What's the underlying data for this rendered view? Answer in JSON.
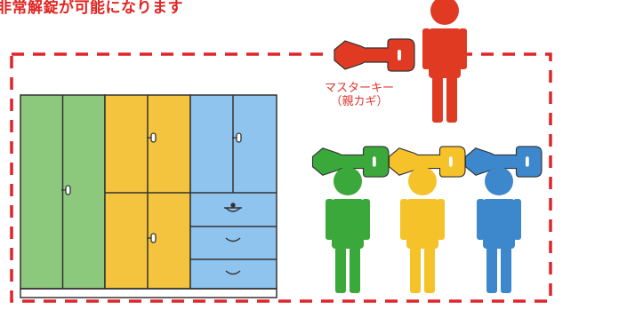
{
  "headline": "非常解錠が可能になります",
  "master_key": {
    "line1": "マスターキー",
    "line2": "（親カギ）"
  },
  "colors": {
    "red": "#e03a22",
    "green": "#3aa83a",
    "yellow": "#f5c22a",
    "blue": "#3d87cc",
    "cabinet_green": "#8cc97d",
    "cabinet_yellow": "#f5c43e",
    "cabinet_blue": "#8fc4ee",
    "dashed_border": "#e0242a"
  },
  "icons": [
    "master-key-icon",
    "person-icon",
    "key-icon",
    "cabinet-lock-icon"
  ]
}
